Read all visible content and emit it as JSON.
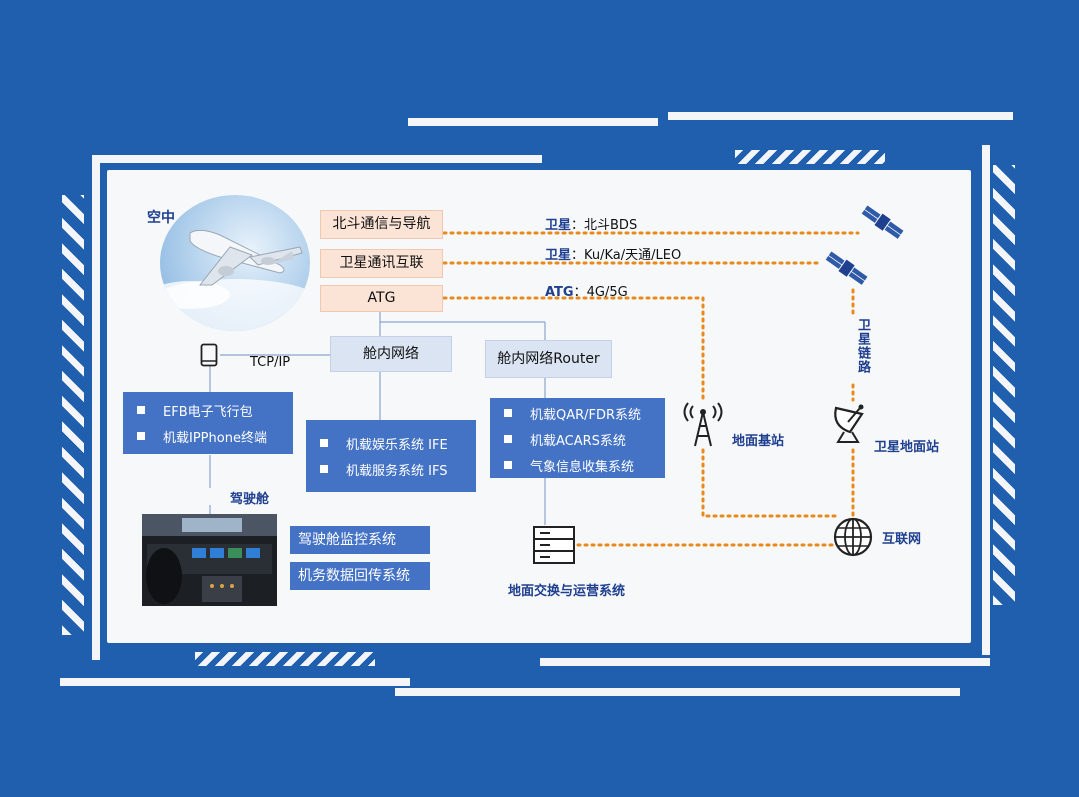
{
  "air_label": "空中",
  "top_links": [
    {
      "label": "北斗通信与导航",
      "sat_prefix": "卫星",
      "sat_text": "：北斗BDS"
    },
    {
      "label": "卫星通讯互联",
      "sat_prefix": "卫星",
      "sat_text": "：Ku/Ka/天通/LEO"
    },
    {
      "label": "ATG",
      "sat_prefix": "ATG",
      "sat_text": "：4G/5G"
    }
  ],
  "cabin_network": "舱内网络",
  "cabin_router": "舱内网络Router",
  "tcpip": "TCP/IP",
  "efb_items": [
    "EFB电子飞行包",
    "机载IPPhone终端"
  ],
  "ife_items": [
    "机载娱乐系统 IFE",
    "机载服务系统 IFS"
  ],
  "qar_items": [
    "机载QAR/FDR系统",
    "机载ACARS系统",
    "气象信息收集系统"
  ],
  "cockpit_label": "驾驶舱",
  "cockpit_items": [
    "驾驶舱监控系统",
    "机务数据回传系统"
  ],
  "ground_system": "地面交换与运营系统",
  "ground_base": "地面基站",
  "sat_link": "卫星链路",
  "sat_ground_station": "卫星地面站",
  "internet": "互联网",
  "colors": {
    "accent_blue": "#4472c4",
    "dotted_orange": "#e8891c",
    "frame_blue": "#1f5fae"
  }
}
